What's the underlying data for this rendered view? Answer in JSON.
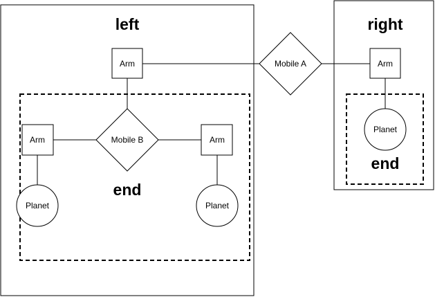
{
  "groups": {
    "left": {
      "title": "left"
    },
    "right": {
      "title": "right"
    }
  },
  "sublabels": {
    "left_end": "end",
    "right_end": "end"
  },
  "nodes": {
    "mobile_a": {
      "label": "Mobile A"
    },
    "mobile_b": {
      "label": "Mobile B"
    },
    "arm_top_left": {
      "label": "Arm"
    },
    "arm_right": {
      "label": "Arm"
    },
    "arm_b_left": {
      "label": "Arm"
    },
    "arm_b_right": {
      "label": "Arm"
    },
    "planet_right": {
      "label": "Planet"
    },
    "planet_b_left": {
      "label": "Planet"
    },
    "planet_b_right": {
      "label": "Planet"
    }
  }
}
